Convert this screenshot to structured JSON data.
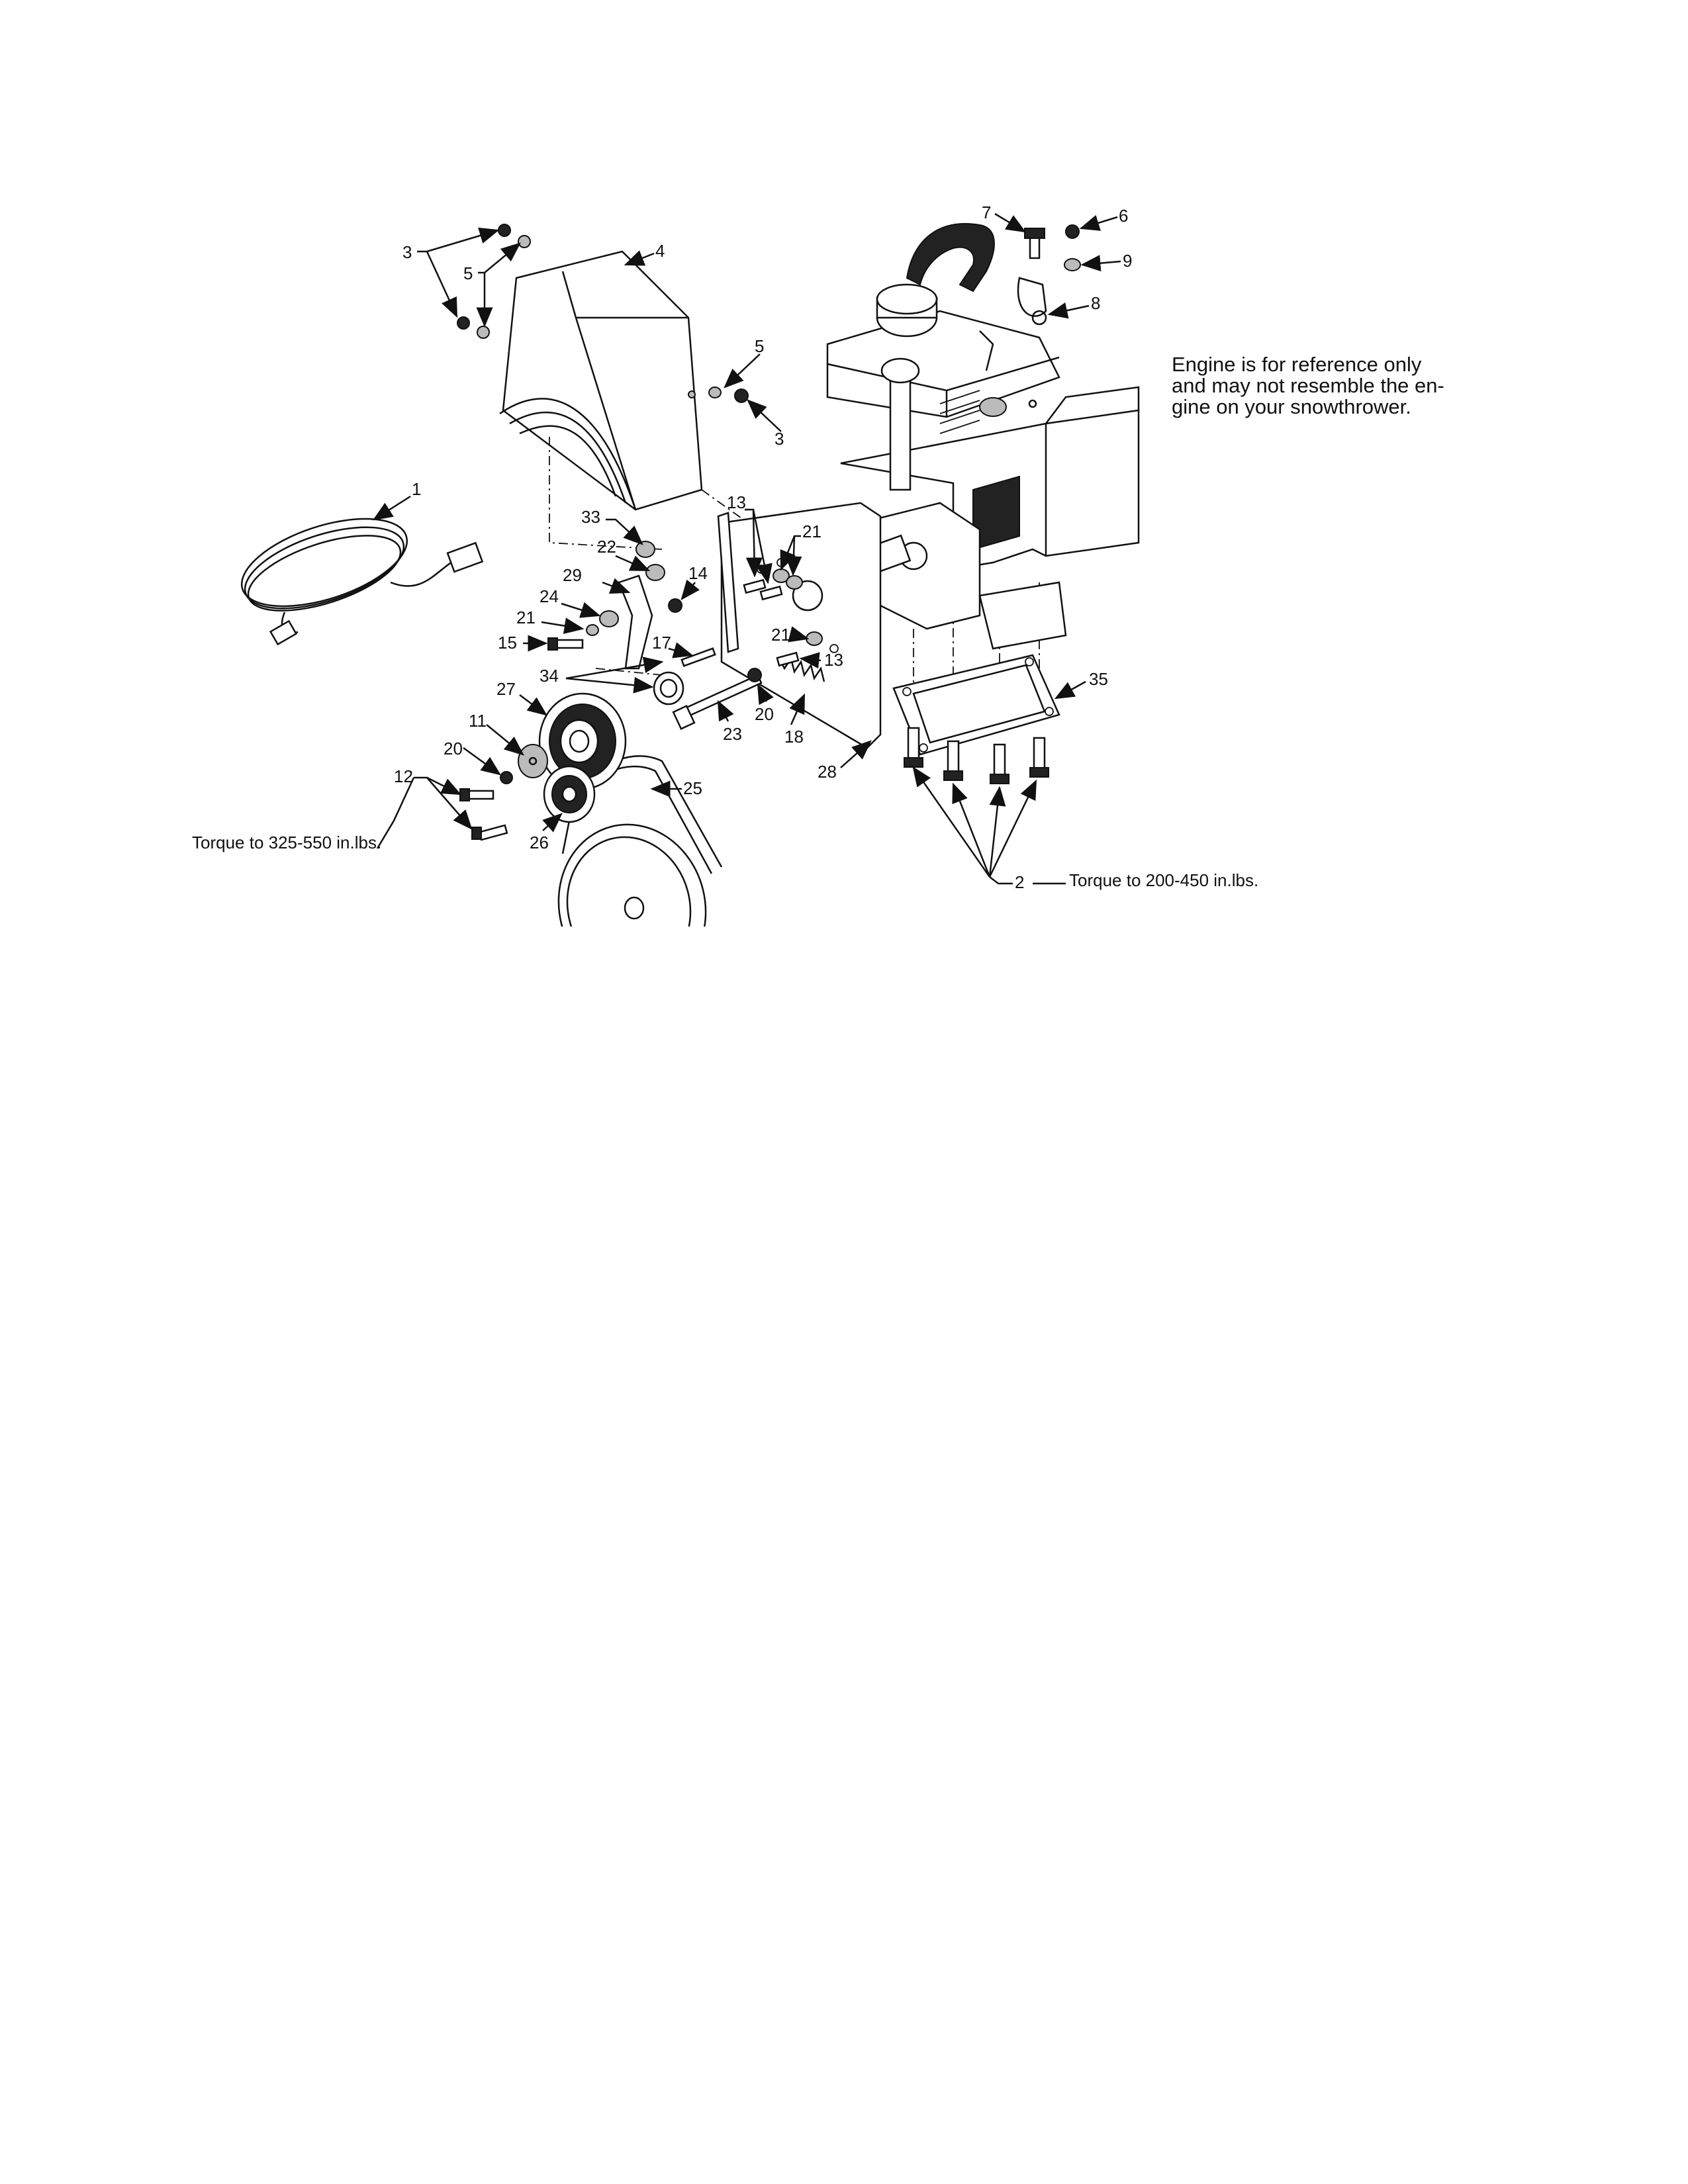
{
  "note": {
    "line1": "Engine is for reference only",
    "line2": "and may not resemble the en-",
    "line3": "gine on your snowthrower."
  },
  "torque": {
    "left": "Torque to 325-550 in.lbs.",
    "right": "Torque to 200-450 in.lbs."
  },
  "callouts": {
    "p1": "1",
    "p2": "2",
    "p3a": "3",
    "p3b": "3",
    "p4": "4",
    "p5a": "5",
    "p5b": "5",
    "p6": "6",
    "p7": "7",
    "p8": "8",
    "p9": "9",
    "p11": "11",
    "p12": "12",
    "p13a": "13",
    "p13b": "13",
    "p14": "14",
    "p15": "15",
    "p17": "17",
    "p18": "18",
    "p20a": "20",
    "p20b": "20",
    "p21a": "21",
    "p21b": "21",
    "p21c": "21",
    "p22": "22",
    "p23": "23",
    "p24": "24",
    "p25": "25",
    "p26": "26",
    "p27": "27",
    "p28": "28",
    "p29": "29",
    "p33": "33",
    "p34": "34",
    "p35": "35"
  }
}
